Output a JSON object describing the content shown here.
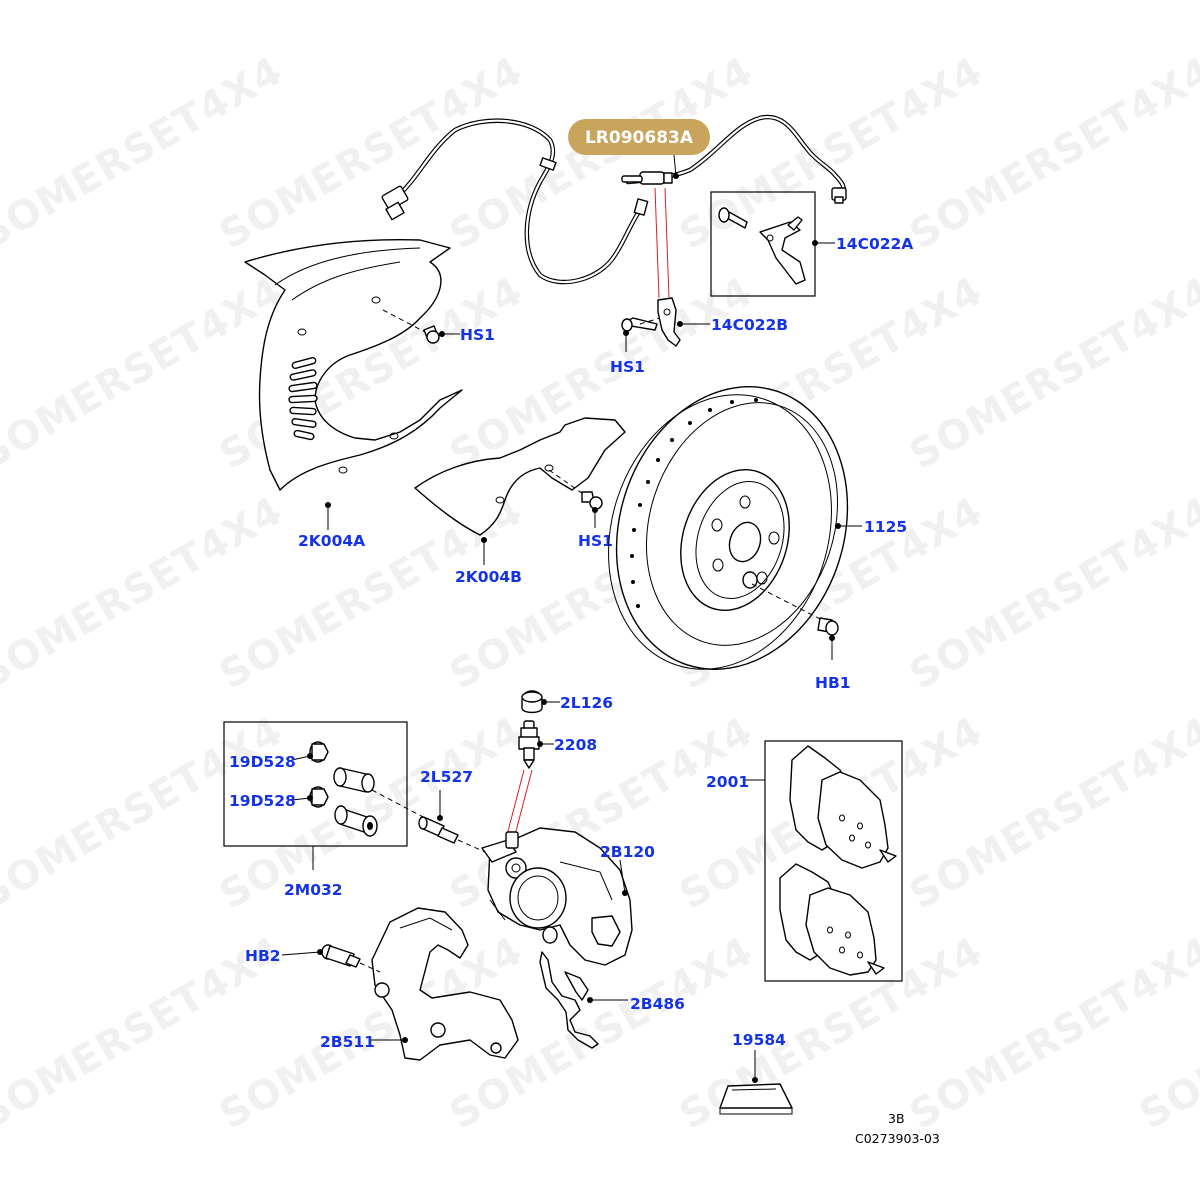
{
  "watermark": "SOMERSET4X4",
  "highlight": {
    "part_number": "LR090683A",
    "color": "#c9a45c"
  },
  "label_color": "#1432e6",
  "labels": {
    "l14c022a": "14C022A",
    "l14c022b": "14C022B",
    "hs1_shield": "HS1",
    "hs1_bracket": "HS1",
    "hs1_lower": "HS1",
    "l2k004a": "2K004A",
    "l2k004b": "2K004B",
    "l1125": "1125",
    "hb1": "HB1",
    "l2l126": "2L126",
    "l2208": "2208",
    "l19d528_top": "19D528",
    "l19d528_bottom": "19D528",
    "l2l527": "2L527",
    "l2b120": "2B120",
    "l2m032": "2M032",
    "l2001": "2001",
    "hb2": "HB2",
    "l2b486": "2B486",
    "l2b511": "2B511",
    "l19584": "19584"
  },
  "footer": {
    "page": "3B",
    "code": "C0273903-03"
  }
}
